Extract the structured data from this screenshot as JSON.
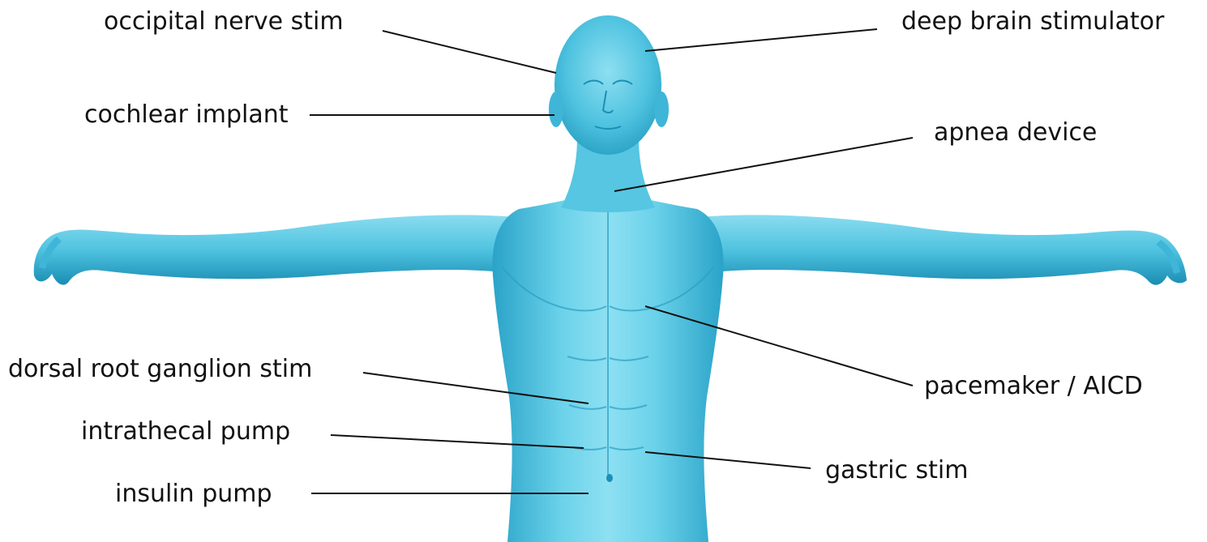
{
  "colors": {
    "skin": "#4fc3e0",
    "skin_light": "#8ee0f2",
    "skin_shadow": "#1f97bd",
    "skin_dark": "#137aa0",
    "line": "#111111",
    "background": "#ffffff"
  },
  "labels": {
    "occipital": "occipital nerve stim",
    "deep_brain": "deep brain stimulator",
    "cochlear": "cochlear implant",
    "apnea": "apnea device",
    "pacemaker": "pacemaker / AICD",
    "dorsal_root": "dorsal root ganglion stim",
    "intrathecal": "intrathecal pump",
    "gastric": "gastric stim",
    "insulin": "insulin pump"
  }
}
